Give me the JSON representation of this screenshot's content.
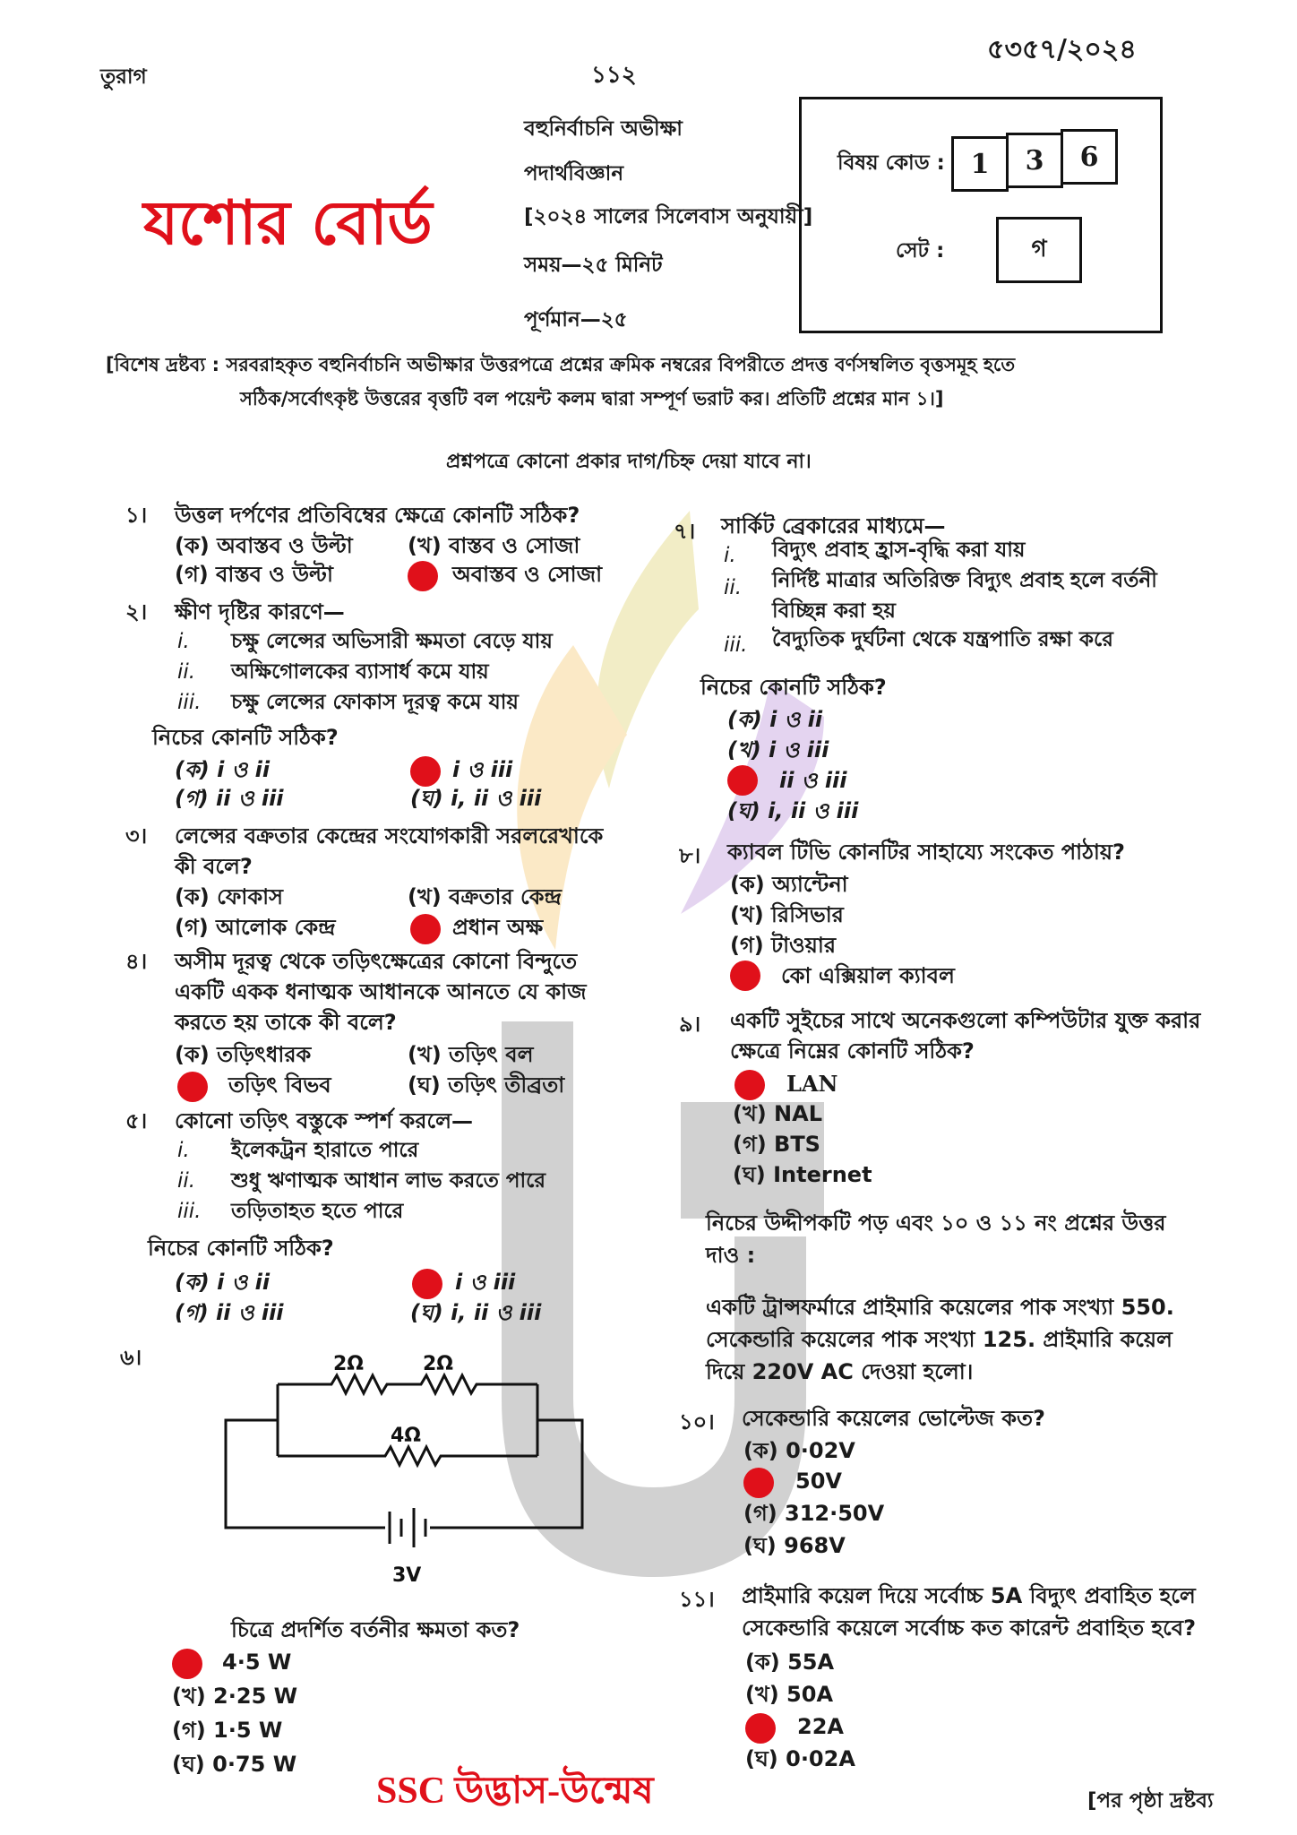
{
  "header": {
    "center_left": "তুরাগ",
    "page_no": "১১২",
    "ref_no": "৫৩৫৭/২০২৪",
    "board": "যশোর বোর্ড",
    "exam_type": "বহুনির্বাচনি অভীক্ষা",
    "subject": "পদার্থবিজ্ঞান",
    "syllabus": "[২০২৪ সালের সিলেবাস অনুযায়ী]",
    "time": "সময়—২৫ মিনিট",
    "marks": "পূর্ণমান—২৫",
    "subject_code_label": "বিষয় কোড :",
    "subject_code_digits": [
      "1",
      "3",
      "6"
    ],
    "set_label": "সেট :",
    "set_value": "গ"
  },
  "notice": {
    "line1": "[বিশেষ দ্রষ্টব্য : সরবরাহকৃত বহুনির্বাচনি অভীক্ষার উত্তরপত্রে প্রশ্নের ক্রমিক নম্বরের বিপরীতে প্রদত্ত বর্ণসম্বলিত বৃত্তসমূহ হতে",
    "line2": "সঠিক/সর্বোৎকৃষ্ট উত্তরের বৃত্তটি বল পয়েন্ট কলম দ্বারা সম্পূর্ণ ভরাট কর। প্রতিটি প্রশ্নের মান ১।]",
    "no_marks": "প্রশ্নপত্রে কোনো প্রকার দাগ/চিহ্ন দেয়া যাবে না।"
  },
  "q1": {
    "num": "১।",
    "text": "উত্তল দর্পণের প্রতিবিম্বের ক্ষেত্রে কোনটি সঠিক?",
    "a": "(ক) অবাস্তব ও উল্টা",
    "b": "(খ) বাস্তব ও সোজা",
    "c": "(গ) বাস্তব ও উল্টা",
    "d": "অবাস্তব ও সোজা"
  },
  "q2": {
    "num": "২।",
    "text": "ক্ষীণ দৃষ্টির কারণে—",
    "s1n": "i.",
    "s1": "চক্ষু লেন্সের অভিসারী ক্ষমতা বেড়ে যায়",
    "s2n": "ii.",
    "s2": "অক্ষিগোলকের ব্যাসার্ধ কমে যায়",
    "s3n": "iii.",
    "s3": "চক্ষু লেন্সের ফোকাস দূরত্ব কমে যায়",
    "which": "নিচের কোনটি সঠিক?",
    "a": "(ক)  i ও ii",
    "b": "i ও iii",
    "c": "(গ)  ii ও iii",
    "d": "(ঘ)  i, ii ও iii"
  },
  "q3": {
    "num": "৩।",
    "text1": "লেন্সের বক্রতার কেন্দ্রের সংযোগকারী সরলরেখাকে",
    "text2": "কী বলে?",
    "a": "(ক) ফোকাস",
    "b": "(খ) বক্রতার কেন্দ্র",
    "c": "(গ) আলোক কেন্দ্র",
    "d": "প্রধান অক্ষ"
  },
  "q4": {
    "num": "৪।",
    "text1": "অসীম দূরত্ব থেকে তড়িৎক্ষেত্রের কোনো বিন্দুতে",
    "text2": "একটি একক ধনাত্মক আধানকে আনতে যে কাজ",
    "text3": "করতে হয় তাকে কী বলে?",
    "a": "(ক) তড়িৎধারক",
    "b": "(খ) তড়িৎ বল",
    "c": "তড়িৎ বিভব",
    "d": "(ঘ) তড়িৎ তীব্রতা"
  },
  "q5": {
    "num": "৫।",
    "text": "কোনো তড়িৎ বস্তুকে স্পর্শ করলে—",
    "s1n": "i.",
    "s1": "ইলেকট্রন হারাতে পারে",
    "s2n": "ii.",
    "s2": "শুধু ঋণাত্মক আধান লাভ করতে পারে",
    "s3n": "iii.",
    "s3": "তড়িতাহত হতে পারে",
    "which": "নিচের কোনটি সঠিক?",
    "a": "(ক)  i ও ii",
    "b": "i ও iii",
    "c": "(গ)  ii ও iii",
    "d": "(ঘ)  i, ii ও iii"
  },
  "q6": {
    "num": "৬।",
    "r1": "2Ω",
    "r2": "2Ω",
    "r3": "4Ω",
    "battery": "3V",
    "text": "চিত্রে প্রদর্শিত বর্তনীর ক্ষমতা কত?",
    "a": "4·5 W",
    "b": "(খ)  2·25 W",
    "c": "(গ)  1·5 W",
    "d": "(ঘ)  0·75 W"
  },
  "q7": {
    "num": "৭।",
    "text": "সার্কিট ব্রেকারের মাধ্যমে—",
    "s1n": "i.",
    "s1": "বিদ্যুৎ প্রবাহ হ্রাস-বৃদ্ধি করা যায়",
    "s2n": "ii.",
    "s2a": "নির্দিষ্ট মাত্রার অতিরিক্ত বিদ্যুৎ প্রবাহ হলে বর্তনী",
    "s2b": "বিচ্ছিন্ন করা হয়",
    "s3n": "iii.",
    "s3": "বৈদ্যুতিক দুর্ঘটনা থেকে যন্ত্রপাতি রক্ষা করে",
    "which": "নিচের কোনটি সঠিক?",
    "a": "(ক)  i ও ii",
    "b": "(খ)  i ও iii",
    "c": "ii ও iii",
    "d": "(ঘ)  i, ii ও iii"
  },
  "q8": {
    "num": "৮।",
    "text": "ক্যাবল টিভি কোনটির সাহায্যে সংকেত পাঠায়?",
    "a": "(ক) অ্যান্টেনা",
    "b": "(খ) রিসিভার",
    "c": "(গ) টাওয়ার",
    "d": "কো এক্সিয়াল ক্যাবল"
  },
  "q9": {
    "num": "৯।",
    "text1": "একটি সুইচের সাথে অনেকগুলো কম্পিউটার যুক্ত করার",
    "text2": "ক্ষেত্রে নিম্নের কোনটি সঠিক?",
    "a": "LAN",
    "b": "(খ)  NAL",
    "c": "(গ)  BTS",
    "d": "(ঘ)  Internet"
  },
  "stimulus": {
    "intro1": "নিচের উদ্দীপকটি পড় এবং ১০ ও ১১ নং প্রশ্নের উত্তর",
    "intro2": "দাও :",
    "p1": "একটি ট্রান্সফর্মারে প্রাইমারি কয়েলের পাক সংখ্যা 550.",
    "p2": "সেকেন্ডারি কয়েলের পাক সংখ্যা 125. প্রাইমারি কয়েল",
    "p3": "দিয়ে 220V AC দেওয়া হলো।"
  },
  "q10": {
    "num": "১০।",
    "text": "সেকেন্ডারি কয়েলের ভোল্টেজ কত?",
    "a": "(ক)  0·02V",
    "b": "50V",
    "c": "(গ)  312·50V",
    "d": "(ঘ)  968V"
  },
  "q11": {
    "num": "১১।",
    "text1": "প্রাইমারি কয়েল দিয়ে সর্বোচ্চ 5A বিদ্যুৎ প্রবাহিত হলে",
    "text2": "সেকেন্ডারি কয়েলে সর্বোচ্চ কত কারেন্ট প্রবাহিত হবে?",
    "a": "(ক)  55A",
    "b": "(খ)  50A",
    "c": "22A",
    "d": "(ঘ)  0·02A"
  },
  "footer": {
    "brand": "SSC উদ্ভাস-উন্মেষ",
    "next": "[পর পৃষ্ঠা দ্রষ্টব্য"
  },
  "colors": {
    "answer_mark": "#e0101a",
    "board_title": "#e0101a"
  }
}
